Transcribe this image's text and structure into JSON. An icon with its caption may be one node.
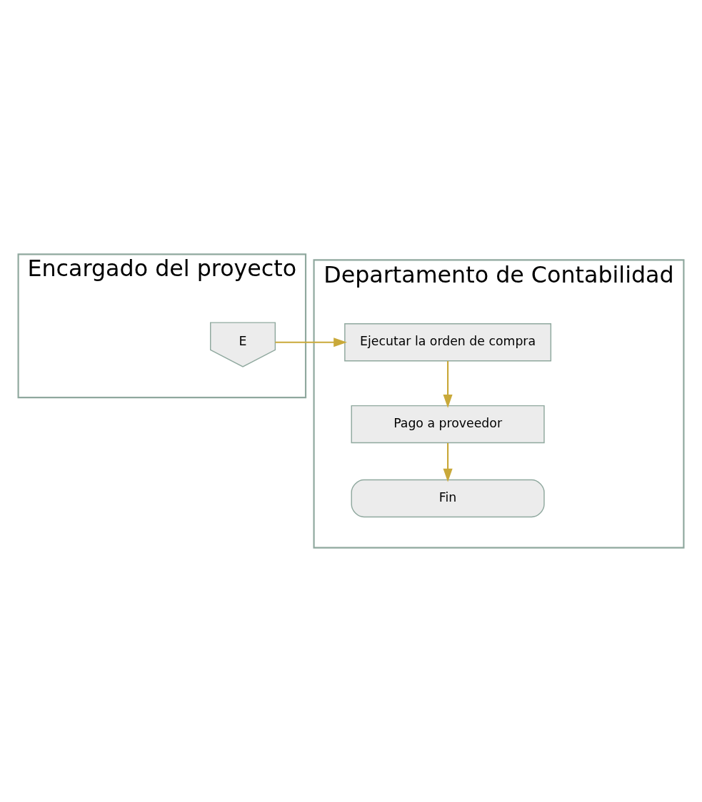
{
  "diagram": {
    "nodes": [
      {
        "text": [
          "Encargado del proyecto"
        ]
      },
      {
        "text": [
          "Departamento de Contabilidad"
        ]
      },
      {
        "text": [
          "E"
        ],
        "in": 0
      },
      {
        "text": [
          "Ejecutar la orden de compra"
        ],
        "in": 1
      },
      {
        "text": [
          "Pago a proveedor"
        ],
        "in": 1
      },
      {
        "text": [
          "Fin"
        ],
        "in": 1
      }
    ],
    "edges": [
      {
        "from": 2,
        "to": 3,
        "arrow": "to"
      },
      {
        "from": 3,
        "to": 4,
        "arrow": "to"
      },
      {
        "from": 4,
        "to": 5,
        "arrow": "to"
      }
    ]
  }
}
